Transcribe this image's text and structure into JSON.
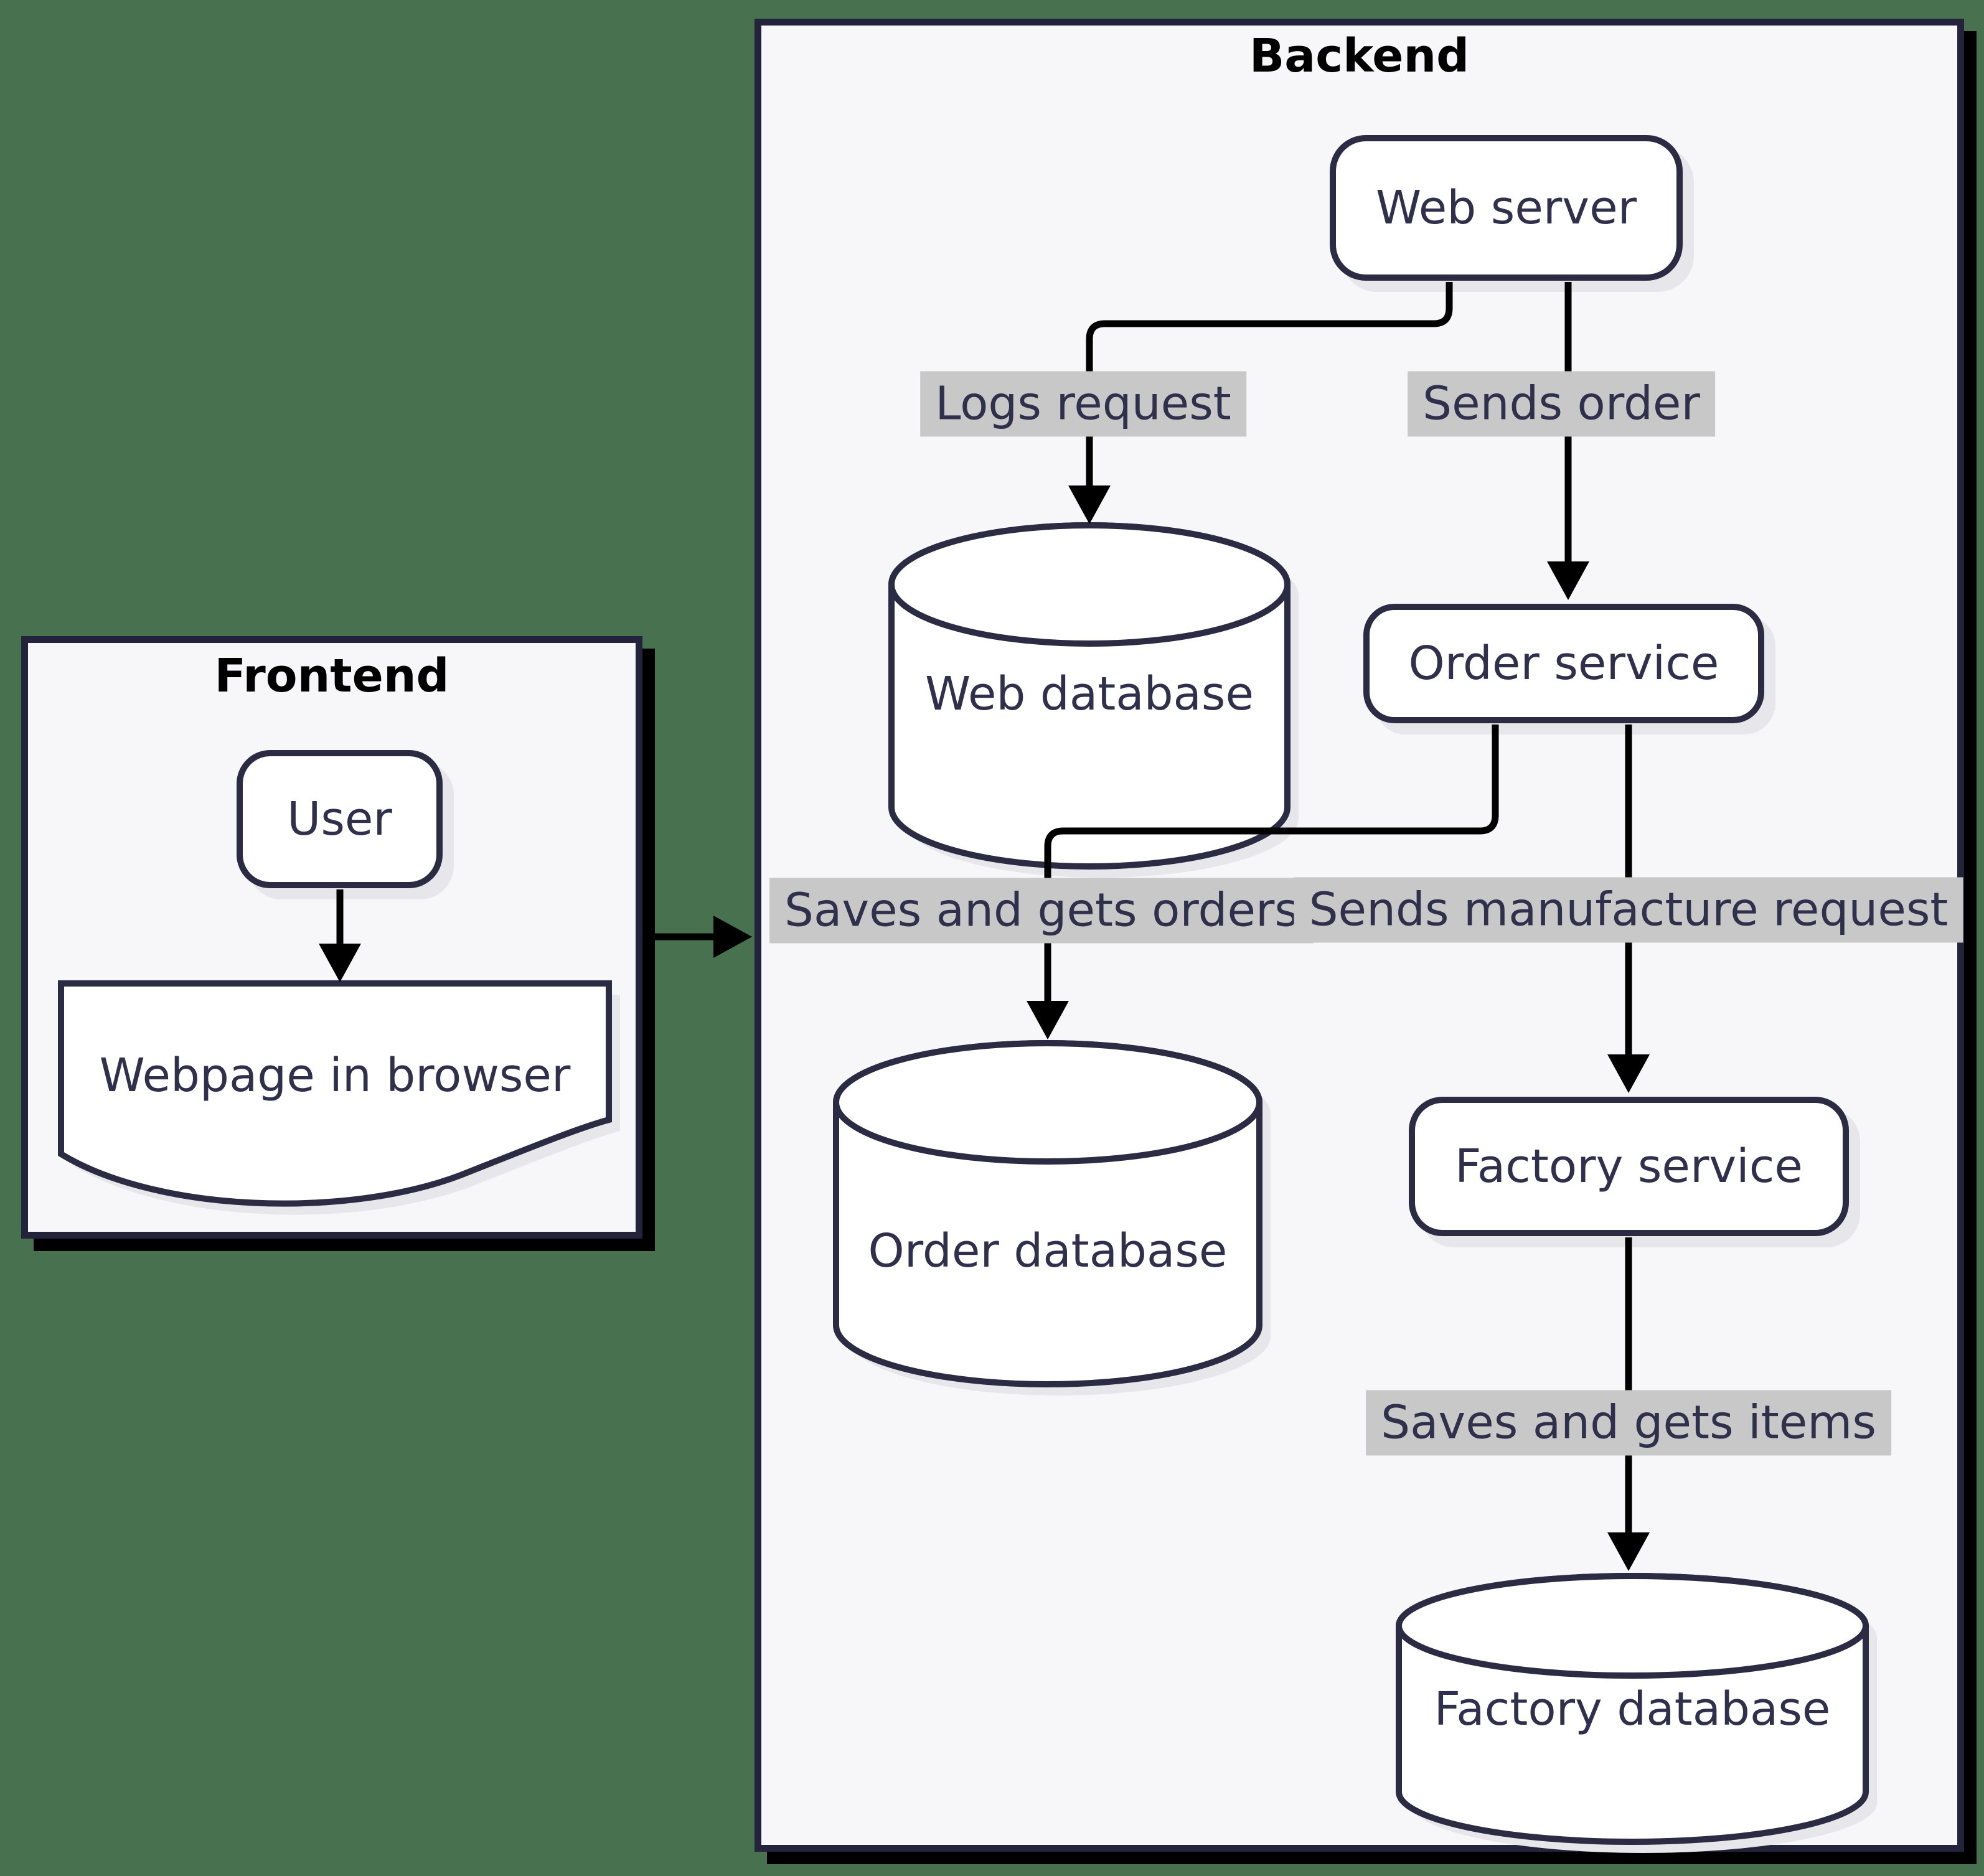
{
  "containers": {
    "frontend": {
      "title": "Frontend"
    },
    "backend": {
      "title": "Backend"
    }
  },
  "nodes": {
    "user": {
      "label": "User"
    },
    "webpage": {
      "label": "Webpage in browser"
    },
    "web_server": {
      "label": "Web server"
    },
    "web_database": {
      "label": "Web database"
    },
    "order_service": {
      "label": "Order service"
    },
    "order_database": {
      "label": "Order database"
    },
    "factory_service": {
      "label": "Factory service"
    },
    "factory_database": {
      "label": "Factory database"
    }
  },
  "edges": {
    "logs_request": {
      "label": "Logs request"
    },
    "sends_order": {
      "label": "Sends order"
    },
    "saves_and_gets_orders": {
      "label": "Saves and gets orders"
    },
    "sends_manufacture_request": {
      "label": "Sends manufacture request"
    },
    "saves_and_gets_items": {
      "label": "Saves and gets items"
    }
  },
  "colors": {
    "background": "#487150",
    "container_fill": "#f7f7f9",
    "container_border": "#23233b",
    "container_shadow": "#000000",
    "node_fill": "#ffffff",
    "node_border": "#2b2b44",
    "node_shadow": "#e7e7eb",
    "text": "#30304c",
    "container_title_text": "#000000",
    "edge_line": "#000000",
    "edge_label_bg": "#c8c8c8"
  }
}
